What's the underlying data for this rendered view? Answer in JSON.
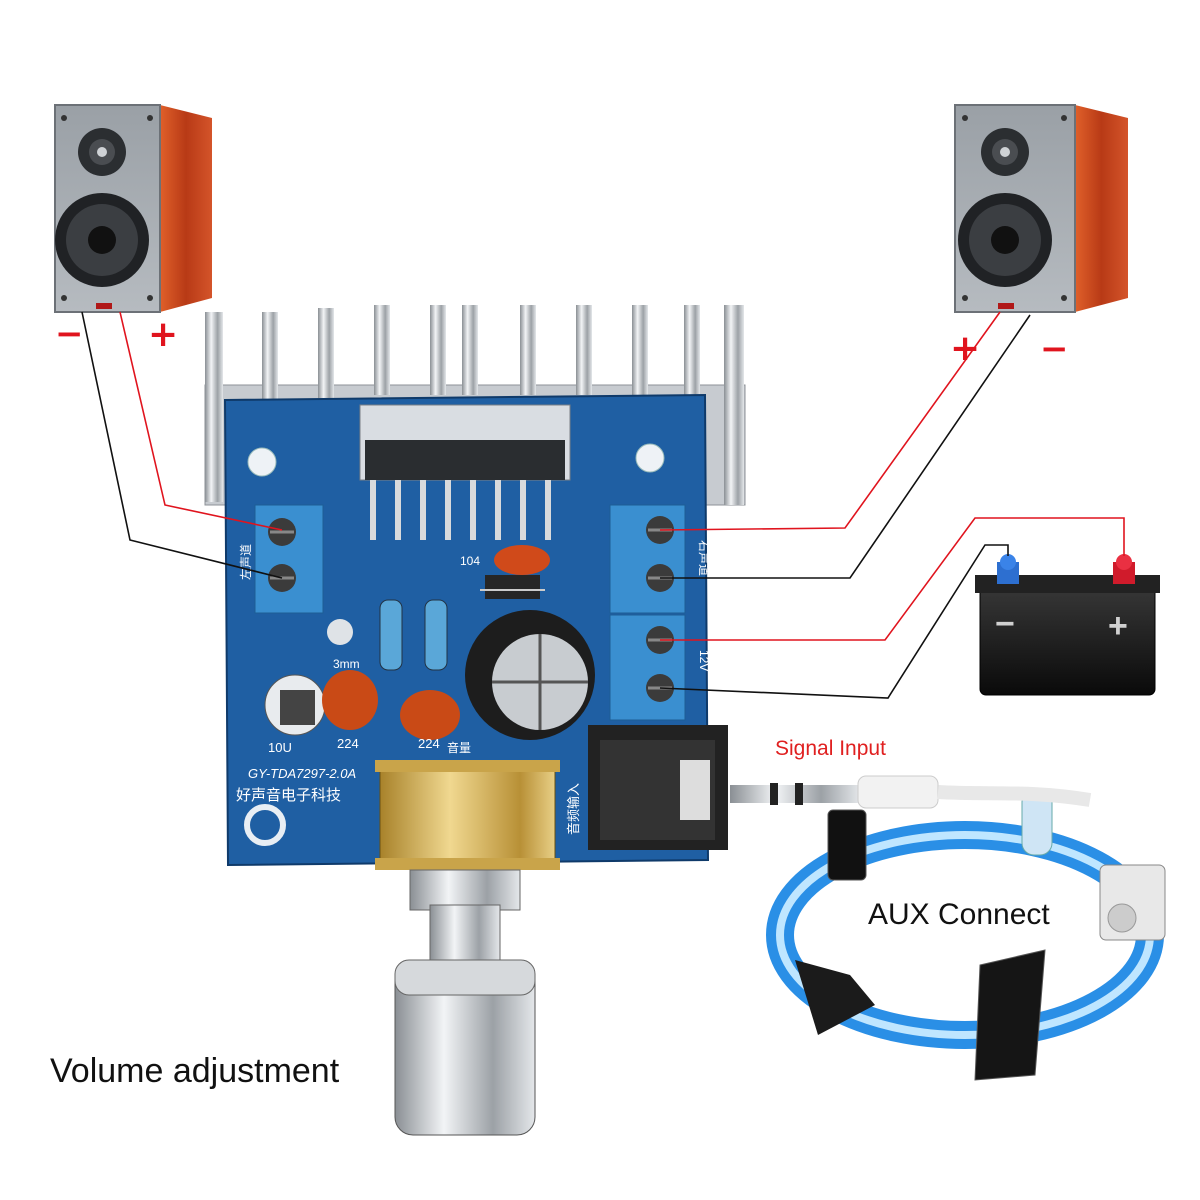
{
  "labels": {
    "signal_input": "Signal Input",
    "aux_connect": "AUX Connect",
    "volume_adjustment": "Volume adjustment",
    "left_speaker_minus": "−",
    "left_speaker_plus": "+",
    "right_speaker_plus": "+",
    "right_speaker_minus": "−",
    "battery_minus": "−",
    "battery_plus": "+"
  },
  "board_text": {
    "model": "GY-TDA7297-2.0A",
    "brand": "好声音电子科技",
    "capacitor_104": "104",
    "capacitor_224_a": "224",
    "capacitor_224_b": "224",
    "capacitor_10u": "10U",
    "led_3mm": "3mm",
    "volume_cn": "音量",
    "audio_input_cn": "音频输入",
    "left_channel_cn": "左声道",
    "right_channel_cn": "右声道",
    "power_12v": "12V"
  },
  "colors": {
    "wire_positive": "#e0141e",
    "wire_negative": "#111111",
    "pcb": "#1f5fa3",
    "terminal": "#3a8fd0",
    "heatsink": "#cfd3d8",
    "speaker_wood": "#c2461f",
    "aux_ring": "#2a8fe6"
  }
}
